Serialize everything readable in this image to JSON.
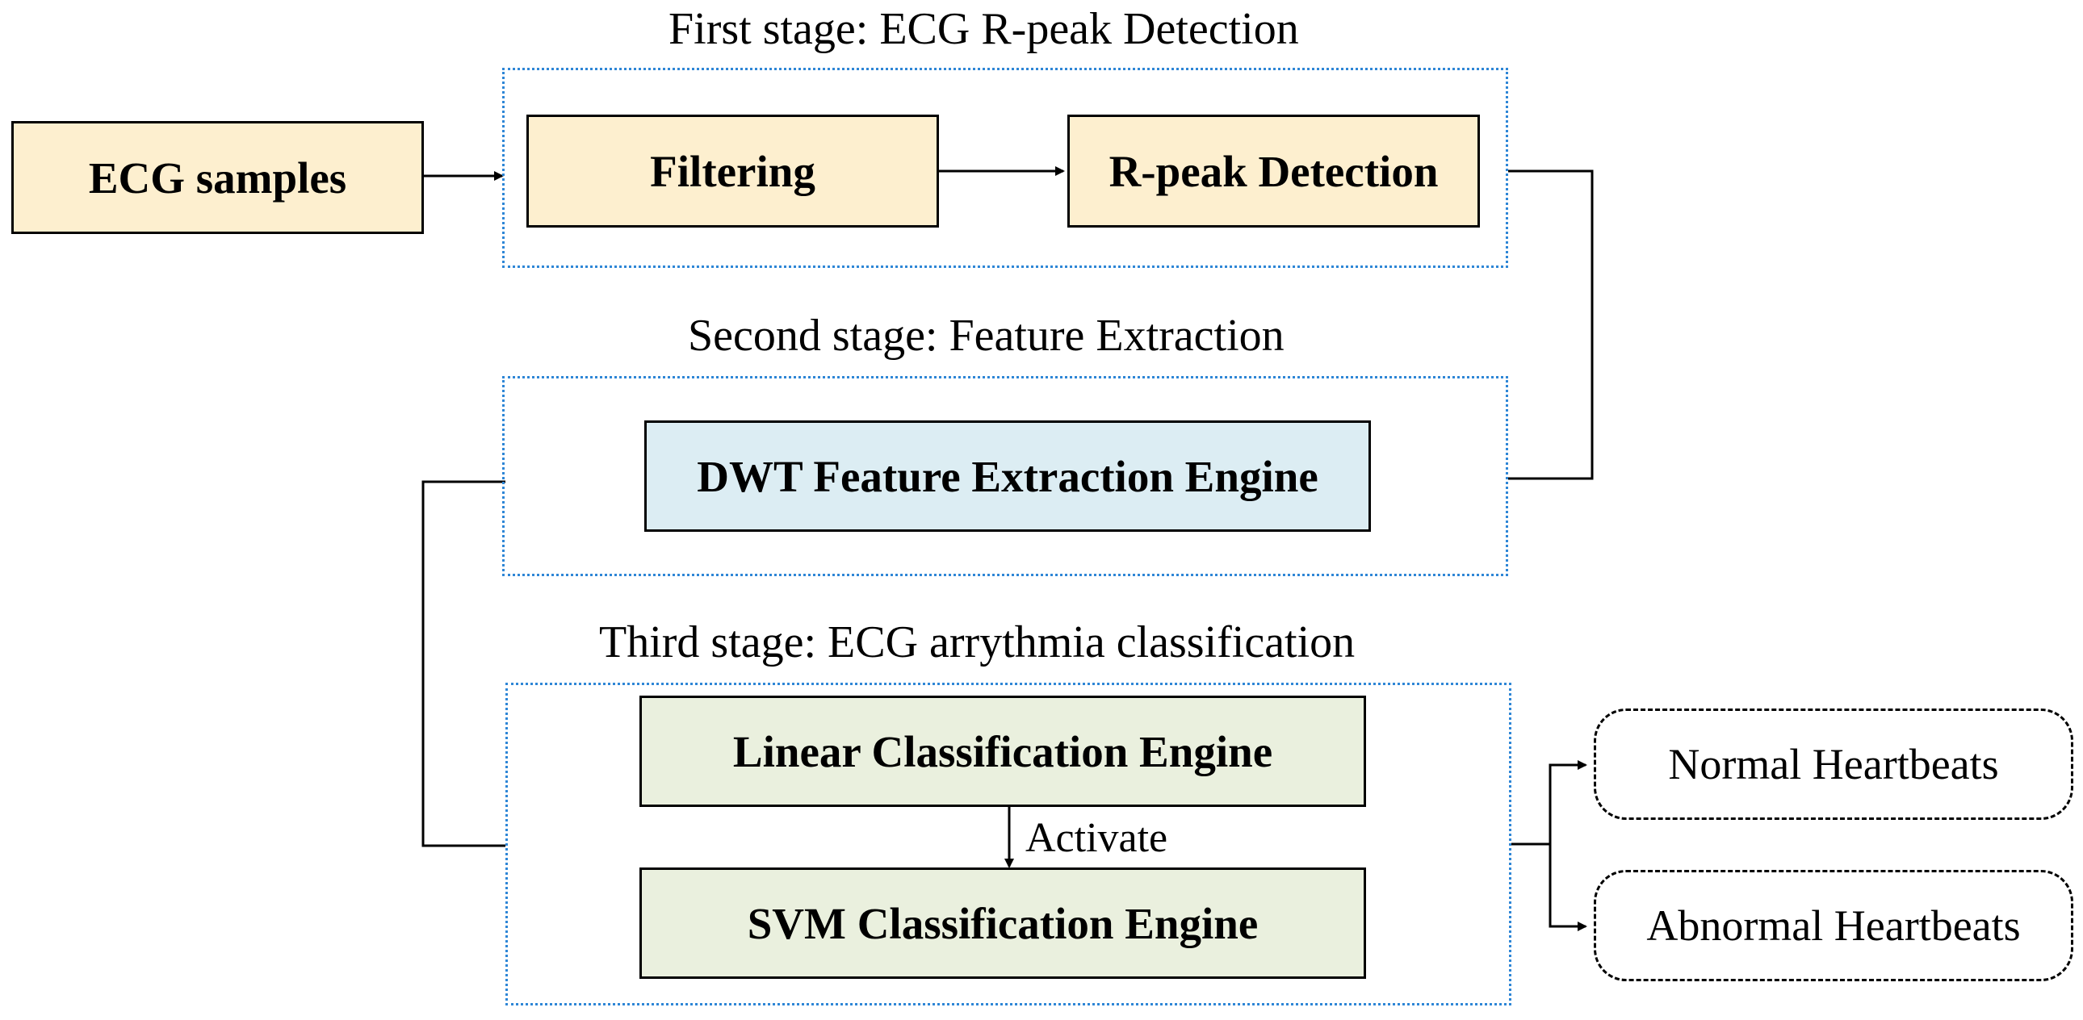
{
  "stages": {
    "first": {
      "title": "First stage: ECG R-peak Detection"
    },
    "second": {
      "title": "Second stage: Feature Extraction"
    },
    "third": {
      "title": "Third stage:  ECG arrythmia classification"
    }
  },
  "nodes": {
    "ecg_samples": "ECG samples",
    "filtering": "Filtering",
    "r_peak": "R-peak Detection",
    "dwt": "DWT Feature Extraction Engine",
    "linear": "Linear Classification Engine",
    "svm": "SVM Classification Engine",
    "normal": "Normal Heartbeats",
    "abnormal": "Abnormal Heartbeats"
  },
  "edges": {
    "activate": "Activate"
  },
  "colors": {
    "stage1_fill": "#fdefcf",
    "stage2_fill": "#dcedf3",
    "stage3_fill": "#eaf0de",
    "frame_border": "#2e86d6"
  }
}
